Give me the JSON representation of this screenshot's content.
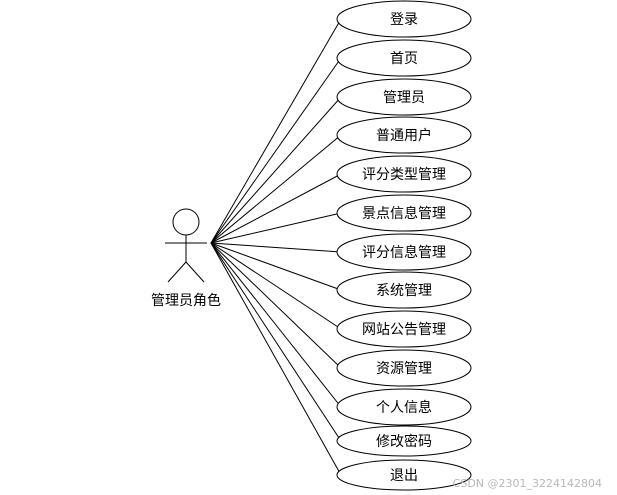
{
  "actor": {
    "label": "管理员角色"
  },
  "use_cases": [
    {
      "label": "登录"
    },
    {
      "label": "首页"
    },
    {
      "label": "管理员"
    },
    {
      "label": "普通用户"
    },
    {
      "label": "评分类型管理"
    },
    {
      "label": "景点信息管理"
    },
    {
      "label": "评分信息管理"
    },
    {
      "label": "系统管理"
    },
    {
      "label": "网站公告管理"
    },
    {
      "label": "资源管理"
    },
    {
      "label": "个人信息"
    },
    {
      "label": "修改密码"
    },
    {
      "label": "退出"
    }
  ],
  "watermark": "CSDN @2301_3224142804"
}
